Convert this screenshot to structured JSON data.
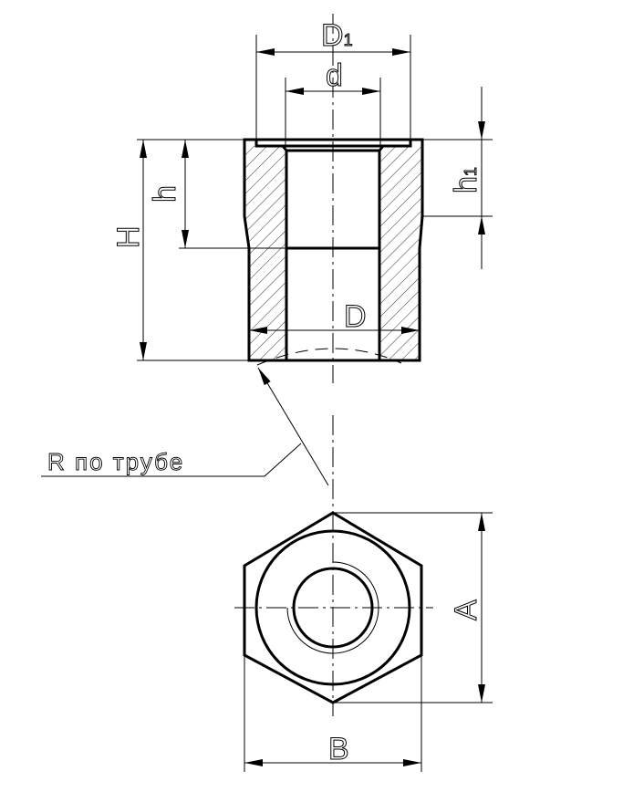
{
  "drawing": {
    "dimensions": {
      "D1": {
        "letter": "D",
        "sub": "1"
      },
      "d": {
        "letter": "d"
      },
      "H": {
        "letter": "H"
      },
      "h": {
        "letter": "h"
      },
      "h1": {
        "letter": "h",
        "sub": "1"
      },
      "D": {
        "letter": "D"
      },
      "A": {
        "letter": "A"
      },
      "B": {
        "letter": "B"
      }
    },
    "note": "R по трубе"
  }
}
